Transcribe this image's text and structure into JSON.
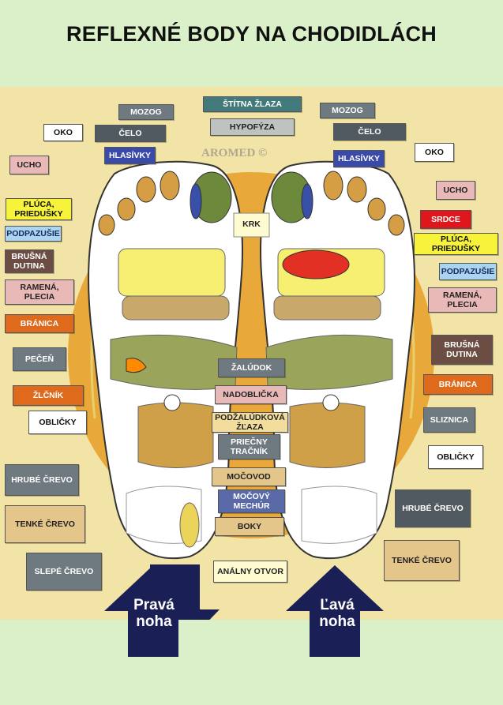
{
  "title": "REFLEXNÉ BODY NA CHODIDLÁCH",
  "feet": {
    "right_label": "Pravá\nnoha",
    "left_label": "Ľavá\nnoha"
  },
  "labels": {
    "mozog_l": "MOZOG",
    "stitna": "ŠTÍTNA ŽLAZA",
    "mozog_r": "MOZOG",
    "oko_l": "OKO",
    "celo_l": "ČELO",
    "hypofyza": "HYPOFÝZA",
    "celo_r": "ČELO",
    "hlasivky_l": "HLASÍVKY",
    "hlasivky_r": "HLASÍVKY",
    "oko_r": "OKO",
    "ucho_l": "UCHO",
    "ucho_r": "UCHO",
    "pluca_l": "PLÚCA, PRIEDUŠKY",
    "krk": "KRK",
    "srdce": "SRDCE",
    "podpazusie_l": "PODPAZUŠIE",
    "pluca_r": "PLÚCA, PRIEDUŠKY",
    "brusna_l": "BRUŠNÁ DUTINA",
    "podpazusie_r": "PODPAZUŠIE",
    "ramena_l": "RAMENÁ, PLECIA",
    "ramena_r": "RAMENÁ, PLECIA",
    "branica_l": "BRÁNICA",
    "brusna_r": "BRUŠNÁ DUTINA",
    "pecen": "PEČEŇ",
    "zaludok": "ŽALÚDOK",
    "branica_r": "BRÁNICA",
    "zlcnik": "ŽLČNÍK",
    "nadoblicka": "NADOBLIČKA",
    "oblicky_l": "OBLIČKY",
    "podzaludkova": "PODŽALÚDKOVÁ ŽĽAZA",
    "sliznica": "SLIZNICA",
    "priecny": "PRIEČNY TRAČNÍK",
    "oblicky_r": "OBLIČKY",
    "hrube_l": "HRUBÉ ČREVO",
    "mocovod": "MOČOVOD",
    "mocovy": "MOČOVÝ MECHÚR",
    "hrube_r": "HRUBÉ ČREVO",
    "tenke_l": "TENKÉ ČREVO",
    "boky": "BOKY",
    "tenke_r": "TENKÉ ČREVO",
    "slepe": "SLEPÉ ČREVO",
    "analny": "ANÁLNY OTVOR"
  },
  "watermark": "AROMED ©"
}
